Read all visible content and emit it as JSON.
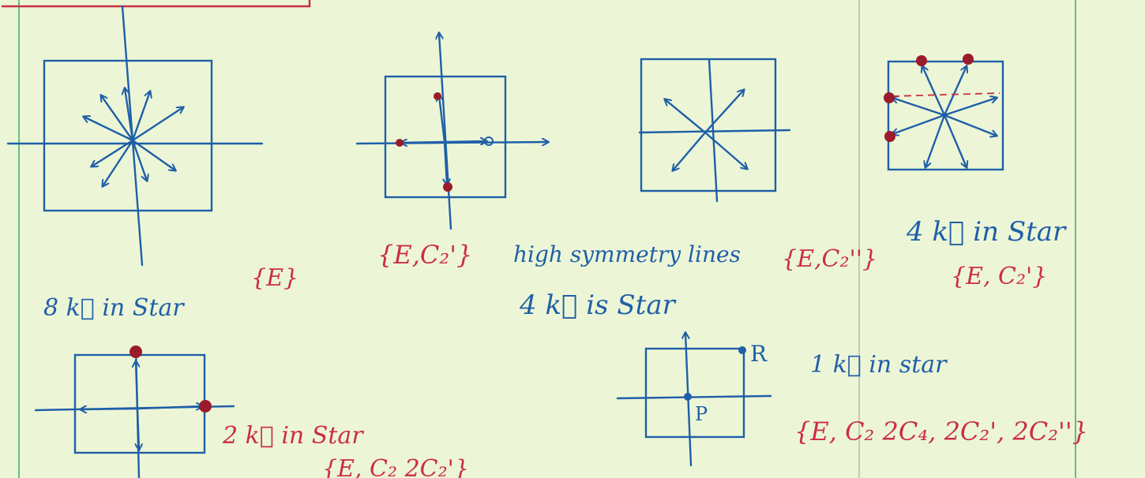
{
  "colors": {
    "paper": "#ecf6d6",
    "margin_line": "#3fa85a",
    "blue_ink": "#1f5fa8",
    "red_ink": "#cc2d45",
    "point": "#9a1b2c",
    "fold": "#c4c9c0"
  },
  "labels": {
    "d1_group": "{E}",
    "d1_star": "8 k⃗ in Star",
    "d2_group": "{E,C₂'}",
    "d3_caption": "high symmetry lines",
    "d3_group": "{E,C₂''}",
    "d3_star": "4 k⃗ is Star",
    "d4_star": "4 k⃗ in Star",
    "d4_group": "{E, C₂'}",
    "d5_star": "2 k⃗ in Star",
    "d5_group": "{E, C₂ 2C₂'}",
    "d6_point_r": "R",
    "d6_point_p": "P",
    "d6_star": "1 k⃗ in star",
    "d6_group": "{E, C₂ 2C₄, 2C₂', 2C₂''}"
  }
}
